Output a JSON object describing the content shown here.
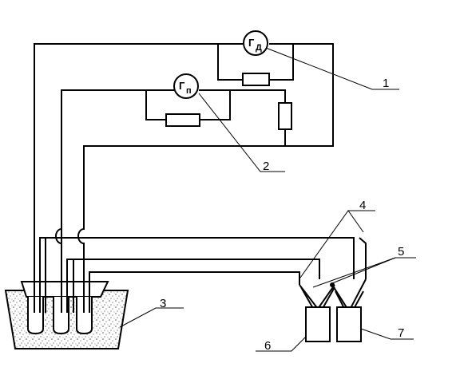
{
  "galvanometers": [
    {
      "letter": "Г",
      "sub": "Д"
    },
    {
      "letter": "Г",
      "sub": "п"
    }
  ],
  "callouts": [
    "1",
    "2",
    "3",
    "4",
    "5",
    "6",
    "7"
  ],
  "colors": {
    "line": "#000000",
    "background": "#ffffff",
    "speckle": "#000000"
  }
}
